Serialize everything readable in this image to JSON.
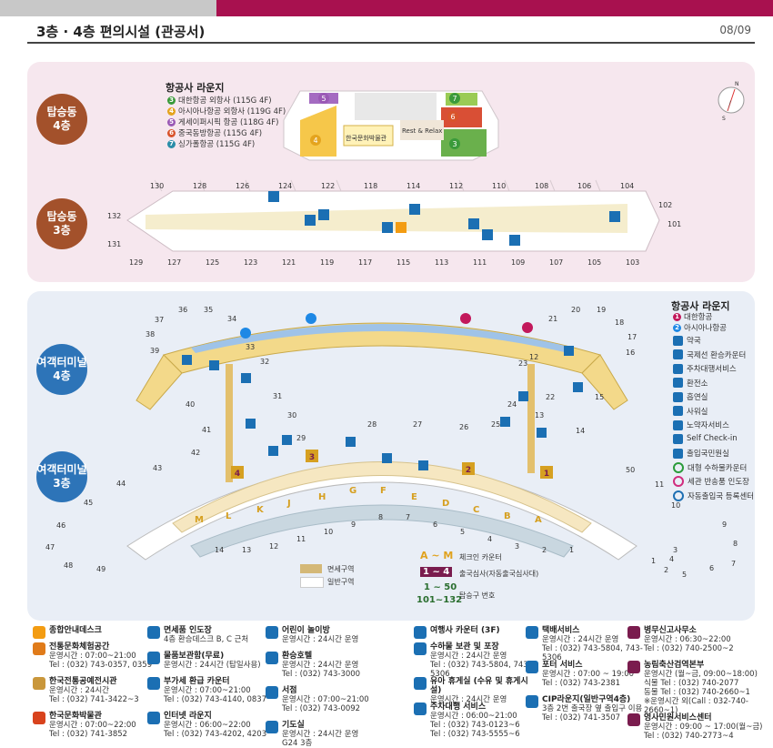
{
  "header": {
    "title": "3층 · 4층 편의시설 (관공서)",
    "page": "08/09"
  },
  "panel1": {
    "f4": {
      "label1": "탑승동",
      "label2": "4층"
    },
    "f3": {
      "label1": "탑승동",
      "label2": "3층"
    },
    "lounge_title": "항공사 라운지",
    "lounges": [
      {
        "num": "3",
        "text": "대한항공 외항사 (115G 4F)",
        "color": "#3a9a3a"
      },
      {
        "num": "4",
        "text": "아시아나항공 외항사 (119G 4F)",
        "color": "#e4a41e"
      },
      {
        "num": "5",
        "text": "게세이퍼시픽 항공 (118G 4F)",
        "color": "#9a59b5"
      },
      {
        "num": "6",
        "text": "중국동방항공 (115G 4F)",
        "color": "#d9532b"
      },
      {
        "num": "7",
        "text": "싱가폴항공 (115G 4F)",
        "color": "#2a8da8"
      }
    ],
    "map_labels": {
      "museum": "한국문화박물관",
      "relax": "Rest & Relax"
    },
    "gates_top": [
      "130",
      "128",
      "126",
      "124",
      "122",
      "118",
      "114",
      "112",
      "110",
      "108",
      "106",
      "104"
    ],
    "gates_bottom": [
      "129",
      "127",
      "125",
      "123",
      "121",
      "119",
      "117",
      "115",
      "113",
      "111",
      "109",
      "107",
      "105",
      "103"
    ],
    "gates_side": [
      "132",
      "131",
      "102",
      "101"
    ]
  },
  "panel2": {
    "f4": {
      "label1": "여객터미널",
      "label2": "4층"
    },
    "f3": {
      "label1": "여객터미널",
      "label2": "3층"
    },
    "lounge_title": "항공사 라운지",
    "lounges": [
      {
        "num": "1",
        "text": "대한항공",
        "color": "#c2185b"
      },
      {
        "num": "2",
        "text": "아시아나항공",
        "color": "#1e88e5"
      }
    ],
    "legend": [
      {
        "icon": "pharmacy-icon",
        "text": "약국",
        "type": "sq"
      },
      {
        "icon": "exchange-icon",
        "text": "국제선 환승카운터",
        "type": "sq"
      },
      {
        "icon": "parking-valet-icon",
        "text": "주차대행서비스",
        "type": "sq"
      },
      {
        "icon": "money-exchange-icon",
        "text": "환전소",
        "type": "sq"
      },
      {
        "icon": "smoking-icon",
        "text": "흡연실",
        "type": "sq"
      },
      {
        "icon": "prayer-icon",
        "text": "사워실",
        "type": "sq"
      },
      {
        "icon": "disabled-icon",
        "text": "노약자서비스",
        "type": "sq"
      },
      {
        "icon": "checkin-icon",
        "text": "Self Check-in",
        "type": "sq"
      },
      {
        "icon": "immigration-icon",
        "text": "출입국민원실",
        "type": "sq"
      },
      {
        "icon": "baggage-icon",
        "text": "대형 수하물카운터",
        "type": "ring",
        "color": "#2a9b3a"
      },
      {
        "icon": "return-icon",
        "text": "세관 반송품 인도장",
        "type": "ring",
        "color": "#d02d7e"
      },
      {
        "icon": "auto-icon",
        "text": "자동출입국 등록센터",
        "type": "ring",
        "color": "#1e6fb3"
      }
    ],
    "area_legend": {
      "duty_free": "면세구역",
      "general": "일반구역"
    },
    "counter_legend": {
      "am": "A ~ M",
      "am_text": "체크인 카운터",
      "n14": "1 ~ 4",
      "n14_text": "출국심사(자동출국심사대)",
      "g150": "1 ~ 50",
      "g101": "101~132",
      "gate_text": "탑승구 번호"
    },
    "gates_upper": [
      "37",
      "36",
      "35",
      "34",
      "38",
      "39",
      "33",
      "32",
      "31",
      "30",
      "29",
      "28",
      "27",
      "26",
      "25",
      "24",
      "23",
      "21",
      "20",
      "19",
      "18",
      "17",
      "16",
      "15",
      "14",
      "13",
      "12",
      "22"
    ],
    "gates_lower": [
      "40",
      "41",
      "42",
      "43",
      "44",
      "45",
      "46",
      "47",
      "48",
      "49",
      "50",
      "11",
      "10",
      "9",
      "8",
      "7",
      "6",
      "5",
      "4",
      "3",
      "2",
      "1"
    ],
    "inner_gates": [
      "14",
      "13",
      "12",
      "11",
      "10",
      "9",
      "8",
      "7",
      "6",
      "5",
      "4",
      "3",
      "2",
      "1"
    ],
    "counters": [
      "M",
      "L",
      "K",
      "J",
      "H",
      "G",
      "F",
      "E",
      "D",
      "C",
      "B",
      "A"
    ],
    "departure": [
      "4",
      "3",
      "2",
      "1"
    ]
  },
  "bottom": {
    "col1": [
      {
        "title": "종합안내데스크",
        "lines": [],
        "color": "#f39c12"
      },
      {
        "title": "전통문화체험공간",
        "lines": [
          "운영시간 : 07:00~21:00",
          "Tel : (032) 743-0357, 0359"
        ],
        "color": "#e07b1a"
      },
      {
        "title": "한국전통공예전시관",
        "lines": [
          "운영시간 : 24시간",
          "Tel : (032) 741-3422~3"
        ],
        "color": "#c9973b"
      },
      {
        "title": "한국문화박물관",
        "lines": [
          "운영시간 : 07:00~22:00",
          "Tel : (032) 741-3852"
        ],
        "color": "#d8431d"
      }
    ],
    "col2": [
      {
        "title": "면세품 인도장",
        "lines": [
          "4층 환승데스크 B, C 근처"
        ],
        "icon": "duty-free-pickup-icon"
      },
      {
        "title": "물품보관함(무료)",
        "lines": [
          "운영시간 : 24시간 (탑일사용)"
        ],
        "icon": "locker-icon"
      },
      {
        "title": "부가세 환급 카운터",
        "lines": [
          "운영시간 : 07:00~21:00",
          "Tel : (032) 743-4140, 0837"
        ],
        "icon": "tax-icon"
      },
      {
        "title": "인터넷 라운지",
        "lines": [
          "운영시간 : 06:00~22:00",
          "Tel : (032) 743-4202, 4203"
        ],
        "icon": "internet-icon"
      }
    ],
    "col3": [
      {
        "title": "어린이 놀이방",
        "lines": [
          "운영시간 : 24시간 운영"
        ],
        "icon": "playroom-icon"
      },
      {
        "title": "환승호텔",
        "lines": [
          "운영시간 : 24시간 운영",
          "Tel : (032) 743-3000"
        ],
        "icon": "hotel-icon"
      },
      {
        "title": "서점",
        "lines": [
          "운영시간 : 07:00~21:00",
          "Tel : (032) 743-0092"
        ],
        "icon": "book-icon"
      },
      {
        "title": "기도실",
        "lines": [
          "운영시간 : 24시간 운영",
          "G24 3층"
        ],
        "icon": "prayer-room-icon"
      }
    ],
    "col4": [
      {
        "title": "여행사 카운터 (3F)",
        "lines": [],
        "icon": "travel-icon"
      },
      {
        "title": "수하물 보관 및 포장",
        "lines": [
          "운영시간 : 24시간 운영",
          "Tel : (032) 743-5804, 743-5306"
        ],
        "icon": "baggage-storage-icon"
      },
      {
        "title": "유아 휴게실 (수유 및 휴게시설)",
        "lines": [
          "운영시간 : 24시간 운영"
        ],
        "icon": "nursery-icon"
      },
      {
        "title": "주차대행 서비스",
        "lines": [
          "운영시간 : 06:00~21:00",
          "Tel : (032) 743-0123~6",
          "Tel : (032) 743-5555~6"
        ],
        "icon": "parking-icon"
      }
    ],
    "col5": [
      {
        "title": "택배서비스",
        "lines": [
          "운영시간 : 24시간 운영",
          "Tel : (032) 743-5804, 743-5306"
        ],
        "icon": "delivery-icon"
      },
      {
        "title": "포터 서비스",
        "lines": [
          "운영시간 : 07:00 ~ 19:00",
          "Tel : (032) 743-2381"
        ],
        "icon": "porter-icon"
      },
      {
        "title": "CIP라운지(일반구역4층)",
        "lines": [
          "3층 2번 출국장 옆 출입구 이용",
          "Tel : (032) 741-3507"
        ],
        "icon": "cip-icon"
      }
    ],
    "col6": [
      {
        "title": "병무신고사무소",
        "lines": [
          "운영시간 : 06:30~22:00",
          "Tel : (032) 740-2500~2"
        ],
        "icon": "military-icon"
      },
      {
        "title": "농림축산검역본부",
        "lines": [
          "운영시간 (월~금, 09:00~18:00)",
          "식물 Tel : (032) 740-2077",
          "동물 Tel : (032) 740-2660~1",
          "※운영시간 외(Call : 032-740-2660~1)"
        ],
        "icon": "quarantine-icon"
      },
      {
        "title": "영사민원서비스센터",
        "lines": [
          "운영시간 : 09:00 ~ 17:00(월~금)",
          "Tel : (032) 740-2773~4"
        ],
        "icon": "consular-icon"
      }
    ]
  }
}
